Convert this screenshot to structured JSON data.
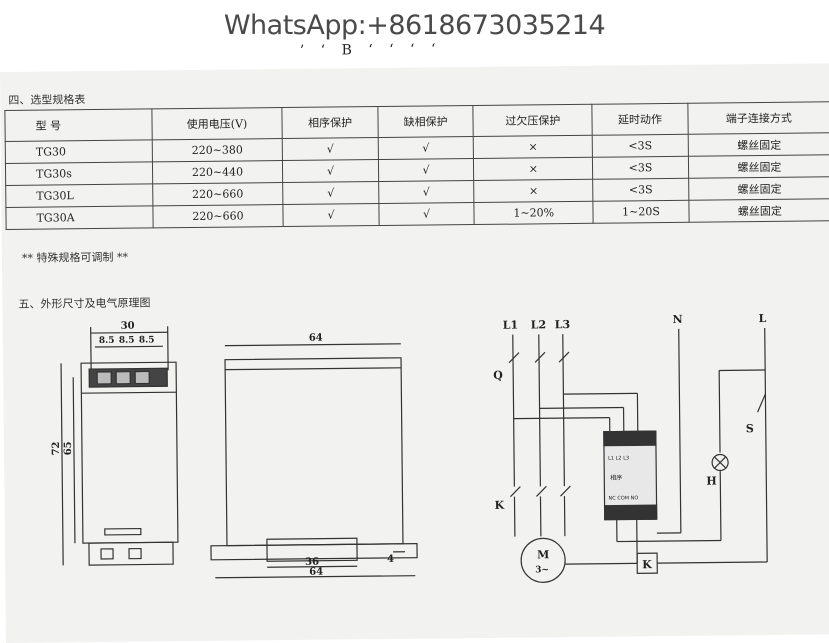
{
  "watermark": "WhatsApp:+8618673035214",
  "cut_text": "’ ‘ B ‘ ‘ ‘ ‘",
  "section4": {
    "title": "四、选型规格表"
  },
  "spec_table": {
    "headers": [
      "型 号",
      "使用电压(V)",
      "相序保护",
      "缺相保护",
      "过欠压保护",
      "延时动作",
      "端子连接方式"
    ],
    "rows": [
      [
        "TG30",
        "220~380",
        "√",
        "√",
        "×",
        "<3S",
        "螺丝固定"
      ],
      [
        "TG30s",
        "220~440",
        "√",
        "√",
        "×",
        "<3S",
        "螺丝固定"
      ],
      [
        "TG30L",
        "220~660",
        "√",
        "√",
        "×",
        "<3S",
        "螺丝固定"
      ],
      [
        "TG30A",
        "220~660",
        "√",
        "√",
        "1~20%",
        "1~20S",
        "螺丝固定"
      ]
    ]
  },
  "note": "** 特殊规格可调制 **",
  "section5": {
    "title": "五、外形尺寸及电气原理图"
  },
  "dims": {
    "width_top": "30",
    "pitch1": "8.5",
    "pitch2": "8.5",
    "pitch3": "8.5",
    "height_outer": "72",
    "height_inner": "65",
    "front_width": "64",
    "rail": "36",
    "rail_offset": "4",
    "bottom_width": "64"
  },
  "wiring": {
    "L1": "L1",
    "L2": "L2",
    "L3": "L3",
    "N": "N",
    "L": "L",
    "Q": "Q",
    "K": "K",
    "S": "S",
    "H": "H",
    "M": "M",
    "M_sub": "3~",
    "K_box": "K",
    "term_top": "L1  L2  L3",
    "term_bottom": "NC COM NO",
    "term_side": "相序"
  }
}
